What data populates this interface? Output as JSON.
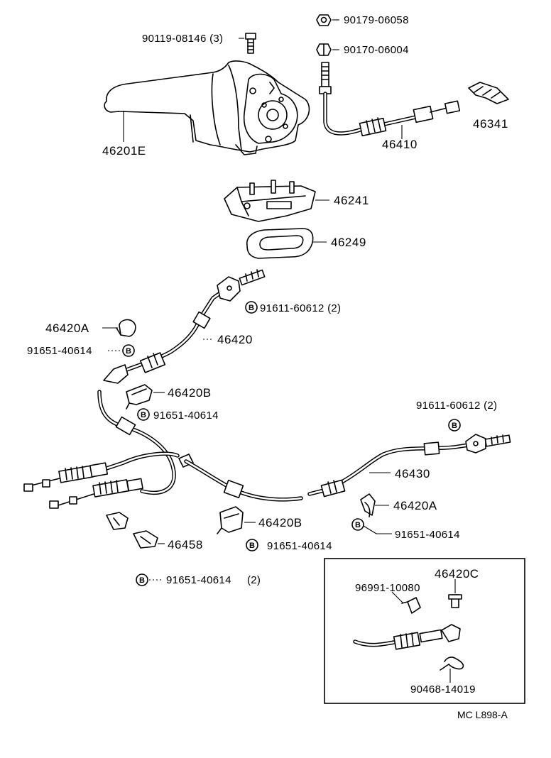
{
  "labels": {
    "p90179": "90179-06058",
    "p90119": "90119-08146 (3)",
    "p90170": "90170-06004",
    "p46341": "46341",
    "p46201E": "46201E",
    "p46410": "46410",
    "p46241": "46241",
    "p46249": "46249",
    "p91611_upper": "91611-60612 (2)",
    "p46420A_upper": "46420A",
    "p46420": "46420",
    "p91651_upper_left": "91651-40614",
    "p46420B_upper": "46420B",
    "p91651_mid": "91651-40614",
    "p91611_right": "91611-60612 (2)",
    "p46430": "46430",
    "p46420A_lower": "46420A",
    "p91651_right": "91651-40614",
    "p46420B_lower": "46420B",
    "p46458": "46458",
    "p91651_lower": "91651-40614",
    "p91651_bottom": "91651-40614",
    "p91651_bottom_qty": "(2)",
    "p46420C": "46420C",
    "p96991": "96991-10080",
    "p90468": "90468-14019",
    "diagram_code": "MC L898-A"
  },
  "bolt_marker": "B"
}
